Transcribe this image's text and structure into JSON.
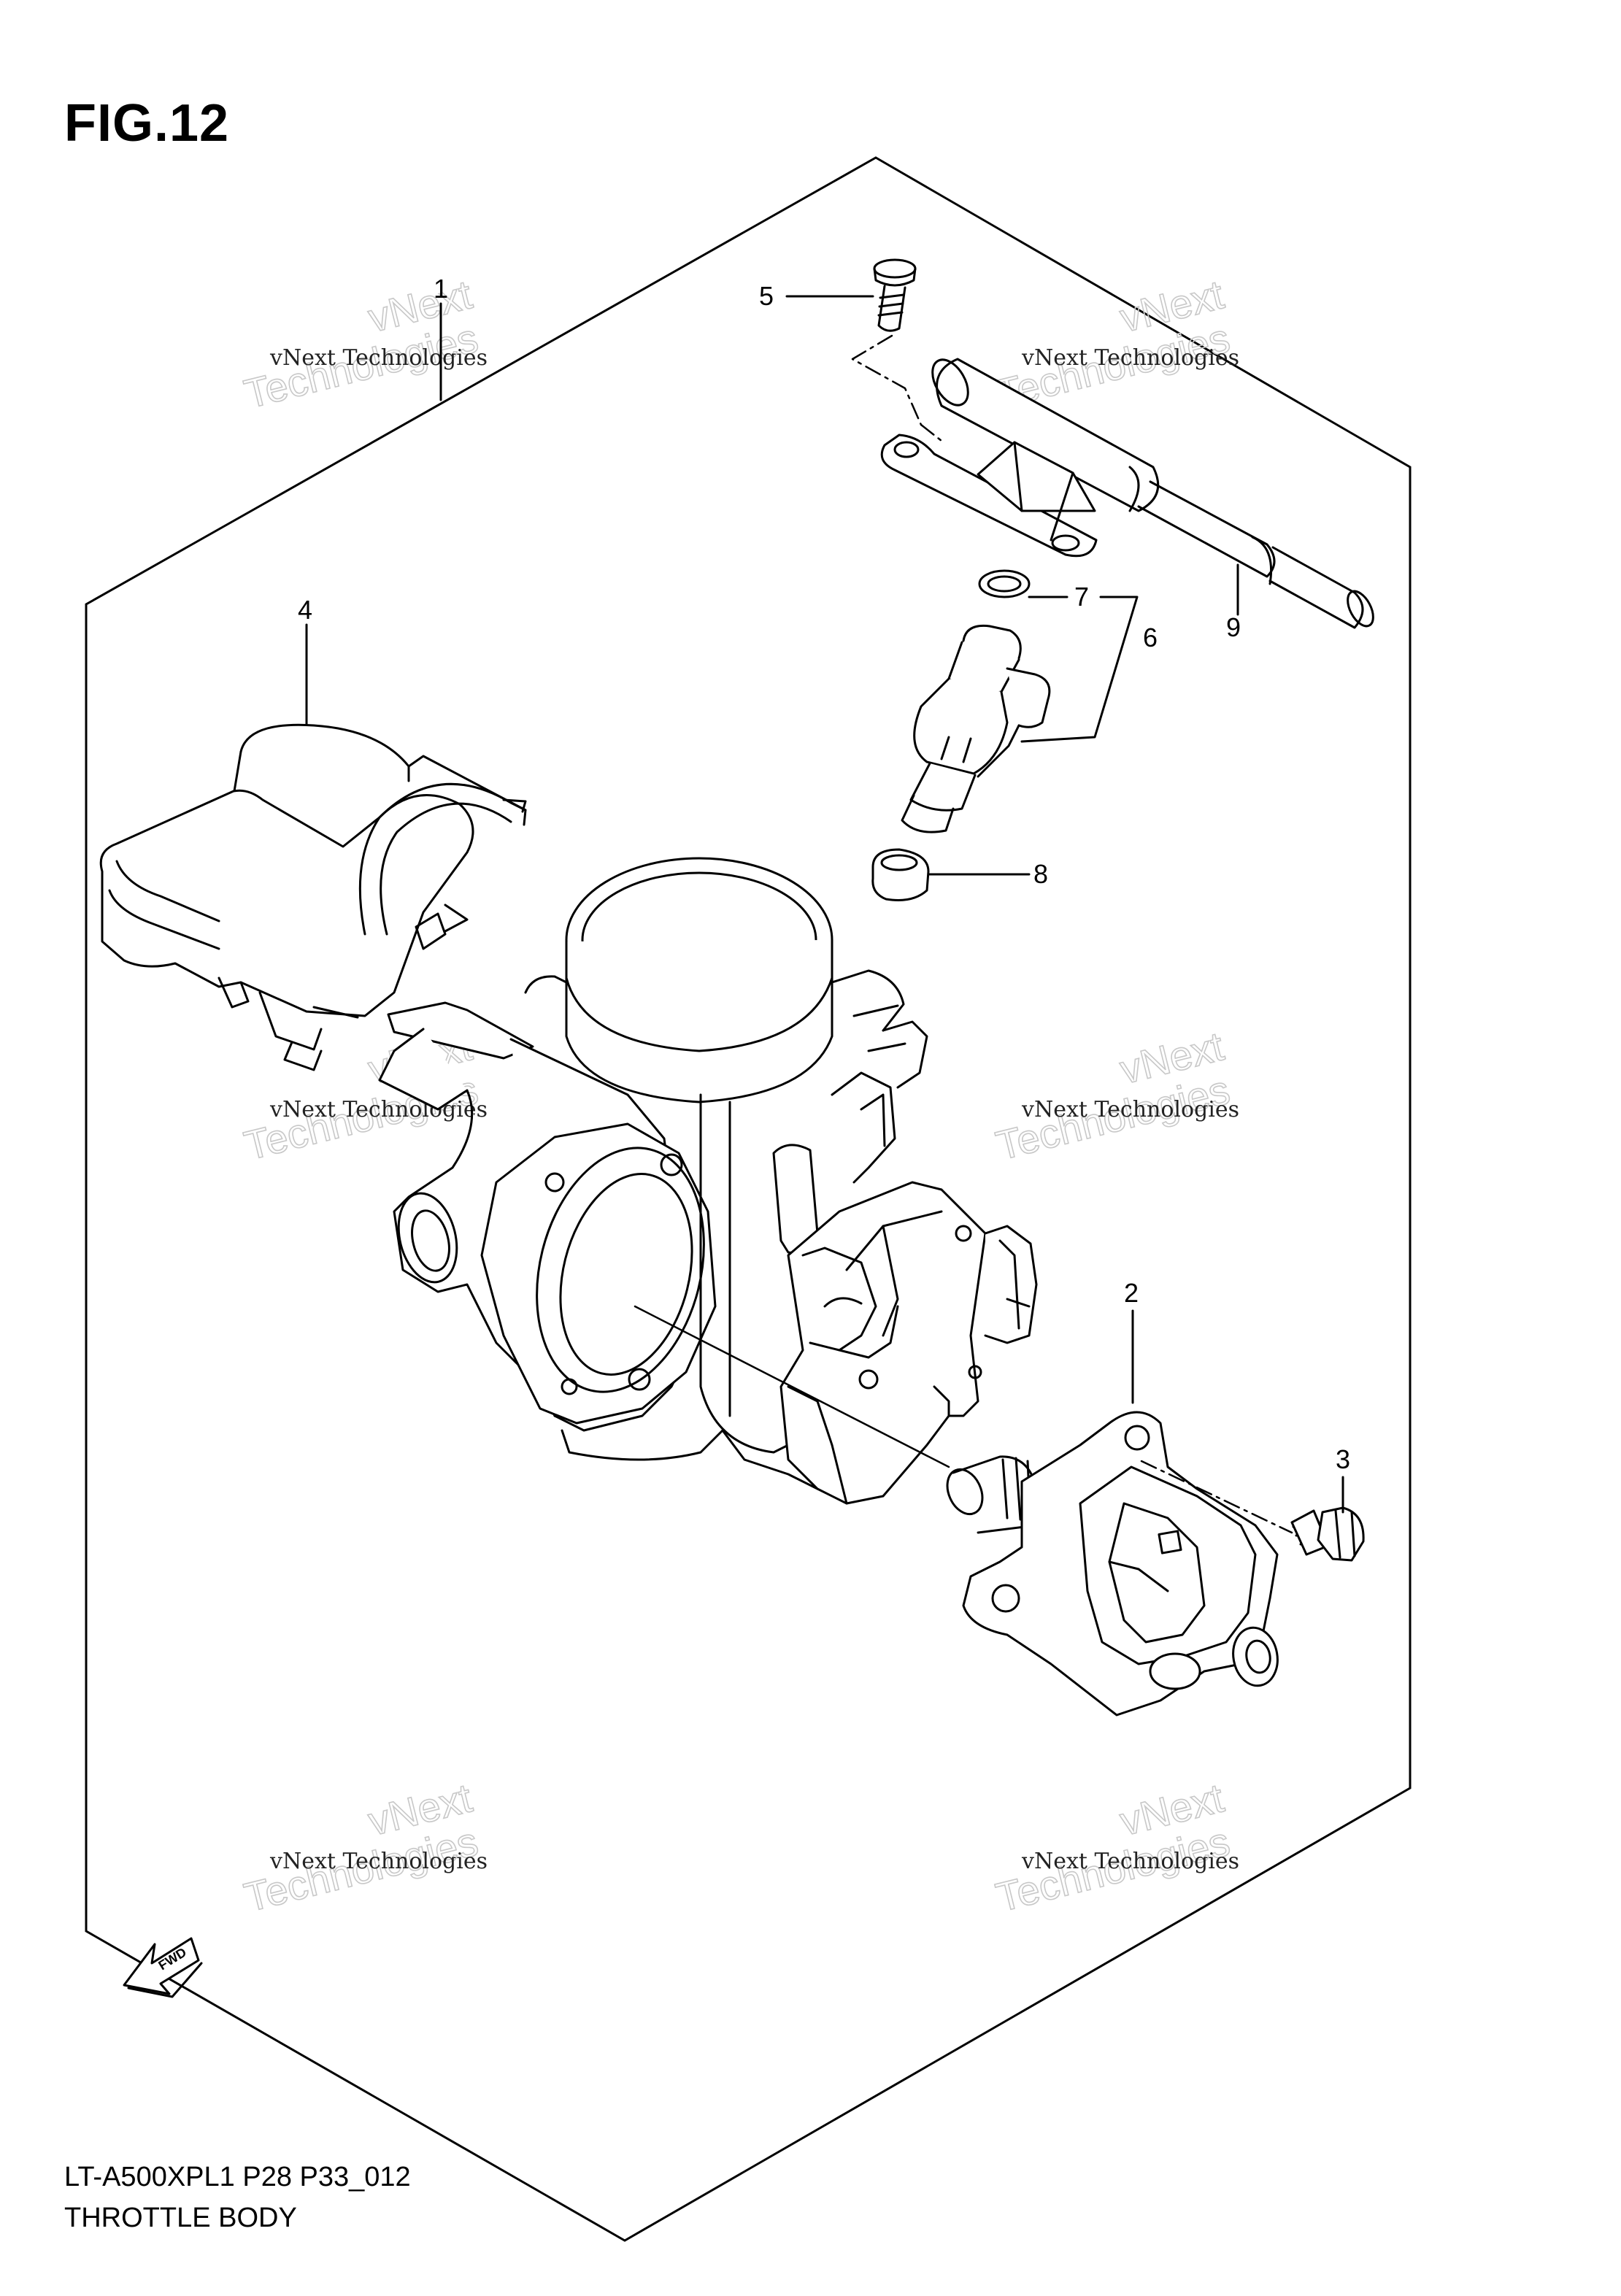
{
  "figure": {
    "label": "FIG.12",
    "model_code": "LT-A500XPL1  P28  P33_012",
    "part_name": "THROTTLE BODY",
    "fwd_label": "FWD"
  },
  "callouts": [
    {
      "number": "1",
      "part": "throttle-body-assembly"
    },
    {
      "number": "2",
      "part": "idle-speed-control-valve"
    },
    {
      "number": "3",
      "part": "screw"
    },
    {
      "number": "4",
      "part": "bracket"
    },
    {
      "number": "5",
      "part": "screw"
    },
    {
      "number": "6",
      "part": "fuel-injector"
    },
    {
      "number": "7",
      "part": "o-ring"
    },
    {
      "number": "8",
      "part": "cushion"
    },
    {
      "number": "9",
      "part": "fuel-delivery-pipe"
    }
  ],
  "watermarks": [
    {
      "small": "vNext Technologies",
      "big": "Technologies",
      "overlay": "vNext"
    },
    {
      "small": "vNext Technologies",
      "big": "Technologies",
      "overlay": "vNext"
    },
    {
      "small": "vNext Technologies",
      "big": "Technologies",
      "overlay": "vNext"
    },
    {
      "small": "vNext Technologies",
      "big": "Technologies",
      "overlay": "vNext"
    },
    {
      "small": "vNext Technologies",
      "big": "Technologies",
      "overlay": "vNext"
    },
    {
      "small": "vNext Technologies",
      "big": "Technologies",
      "overlay": "vNext"
    }
  ],
  "colors": {
    "line": "#000000",
    "watermark": "#c8c8c8",
    "background": "#ffffff"
  }
}
